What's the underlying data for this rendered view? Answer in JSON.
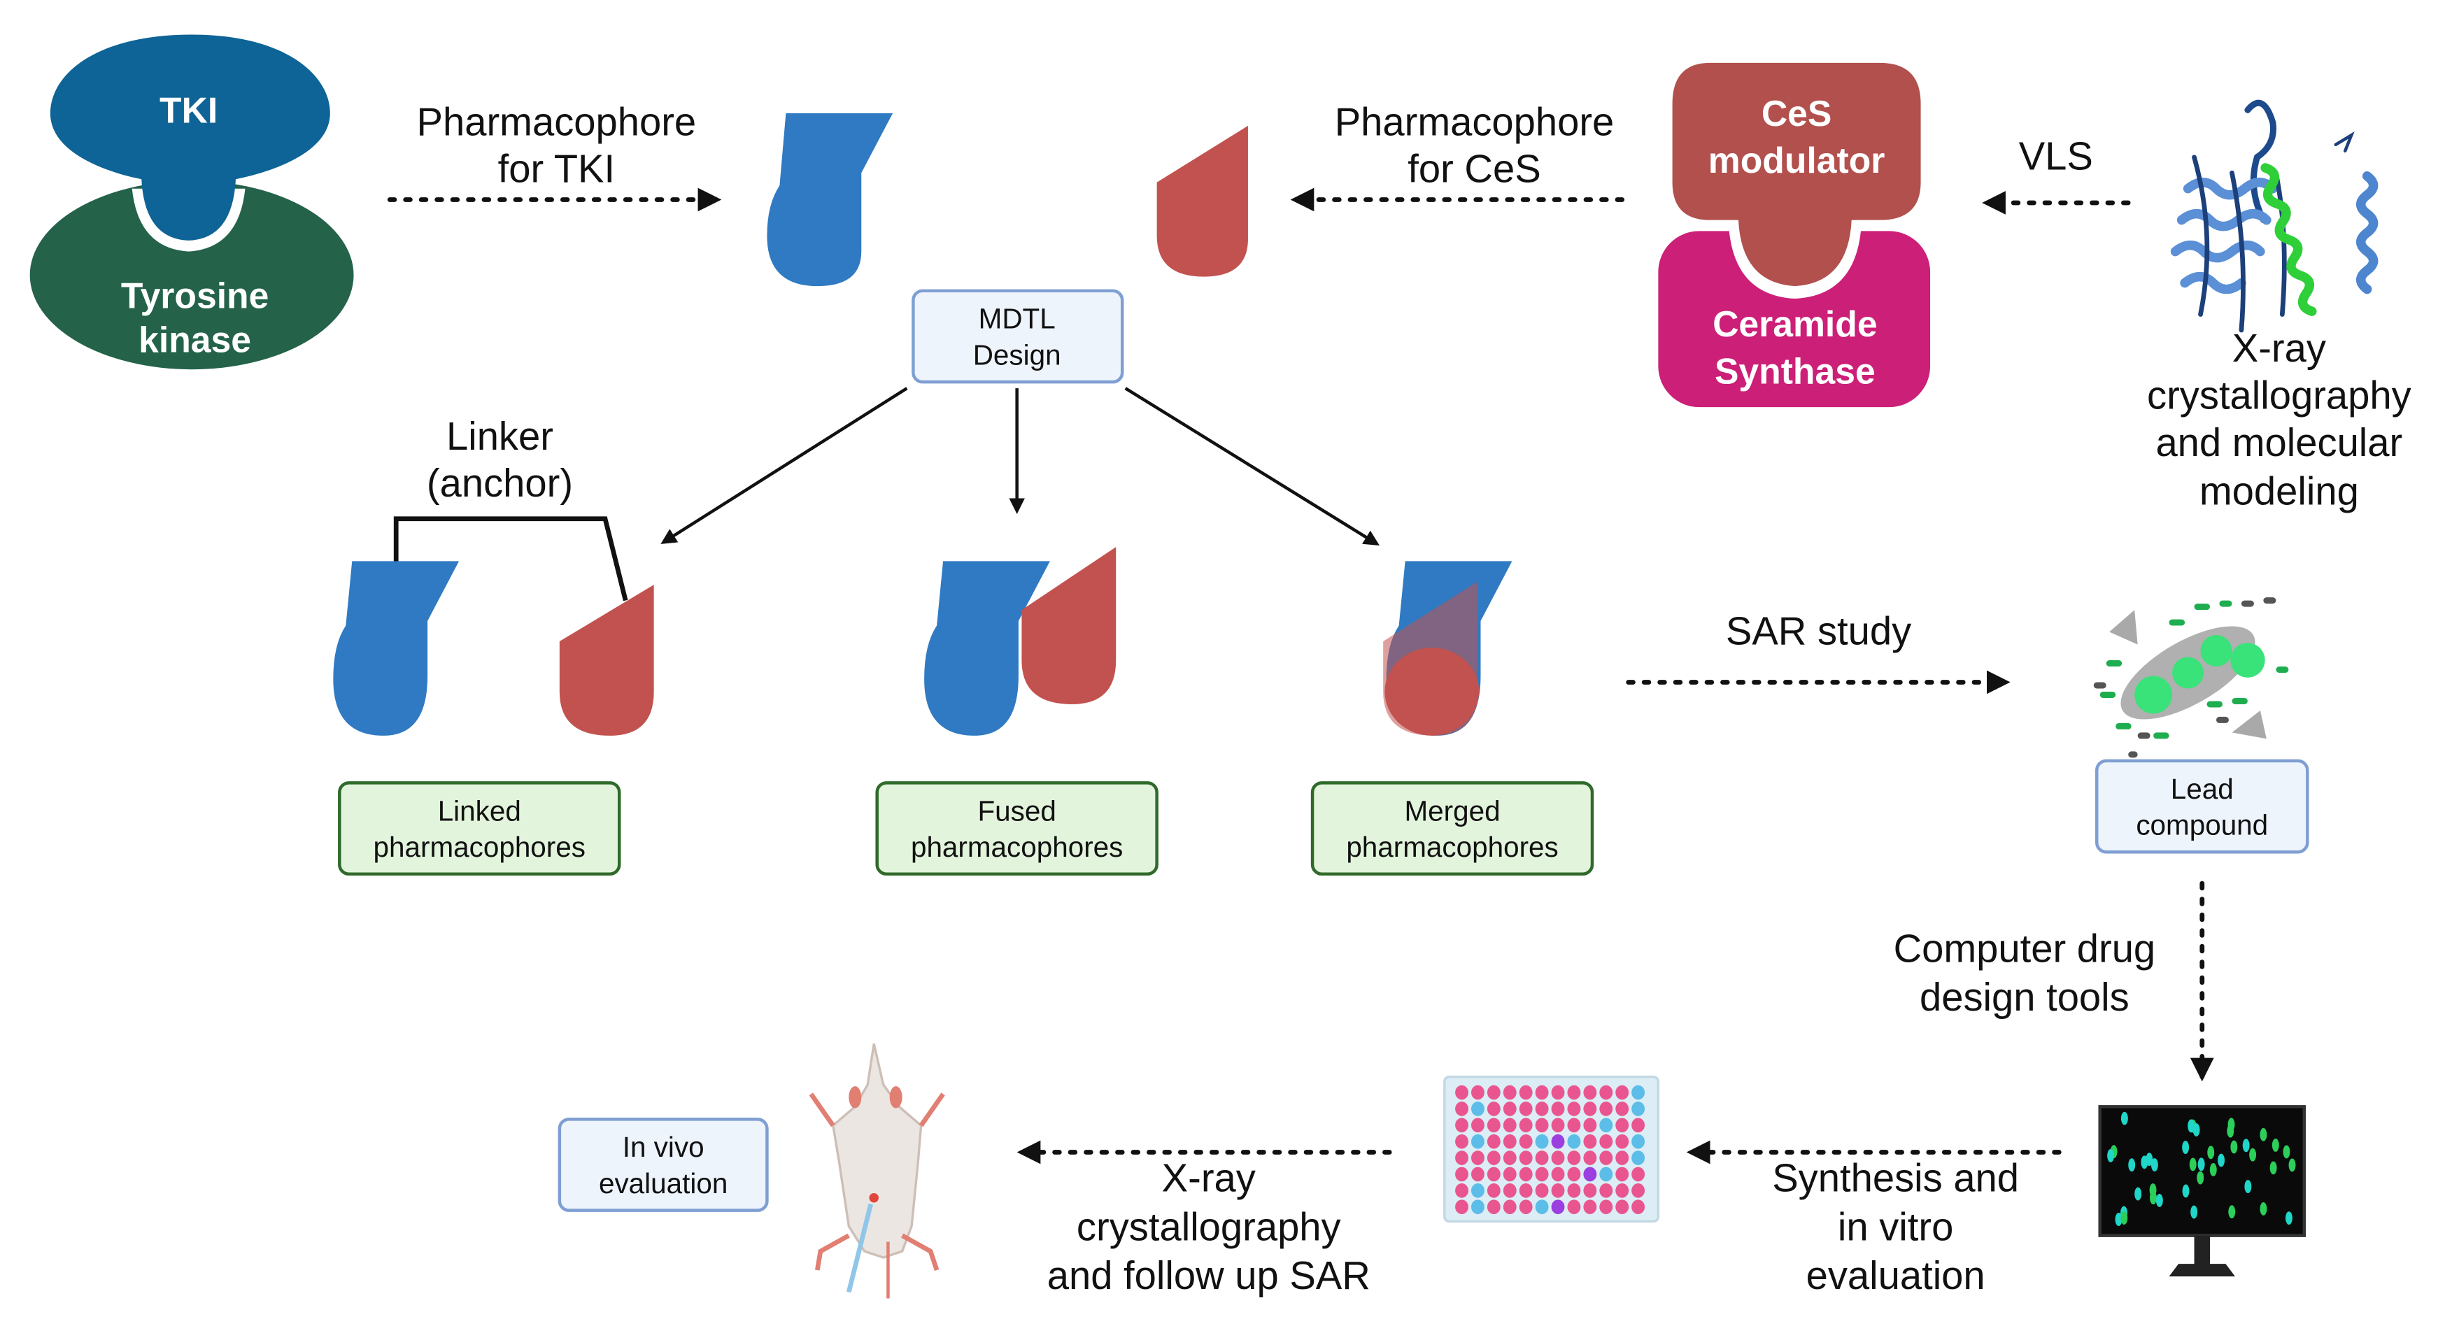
{
  "colors": {
    "tki_blue": "#0e6496",
    "kinase_green": "#24624a",
    "pharm_blue": "#2f7ac2",
    "pharm_red": "#c2524f",
    "ces_modulator": "#b1504d",
    "ceramide_synthase": "#cc1f77",
    "green_box_fill": "#e3f4dc",
    "green_box_border": "#2f6a2a",
    "blue_box_fill": "#eef4fc",
    "blue_box_border": "#7f9fd3"
  },
  "nodes": {
    "tki": "TKI",
    "tyrosine_kinase": [
      "Tyrosine",
      "kinase"
    ],
    "ces_modulator": [
      "CeS",
      "modulator"
    ],
    "ceramide_synthase": [
      "Ceramide",
      "Synthase"
    ],
    "mdtl_design": [
      "MDTL",
      "Design"
    ],
    "lead_compound": [
      "Lead",
      "compound"
    ],
    "in_vivo": [
      "In vivo",
      "evaluation"
    ]
  },
  "arrows": {
    "pharm_tki": [
      "Pharmacophore",
      "for TKI"
    ],
    "pharm_ces": [
      "Pharmacophore",
      "for CeS"
    ],
    "vls": "VLS",
    "xray_modeling": [
      "X-ray",
      "crystallography",
      "and molecular",
      "modeling"
    ],
    "linker": [
      "Linker",
      "(anchor)"
    ],
    "sar_study": "SAR study",
    "computer_tools": [
      "Computer drug",
      "design tools"
    ],
    "synthesis": [
      "Synthesis and",
      "in vitro",
      "evaluation"
    ],
    "xray_followup": [
      "X-ray",
      "crystallography",
      "and follow up SAR"
    ]
  },
  "strategies": [
    {
      "line1": "Linked",
      "line2": "pharmacophores"
    },
    {
      "line1": "Fused",
      "line2": "pharmacophores"
    },
    {
      "line1": "Merged",
      "line2": "pharmacophores"
    }
  ]
}
